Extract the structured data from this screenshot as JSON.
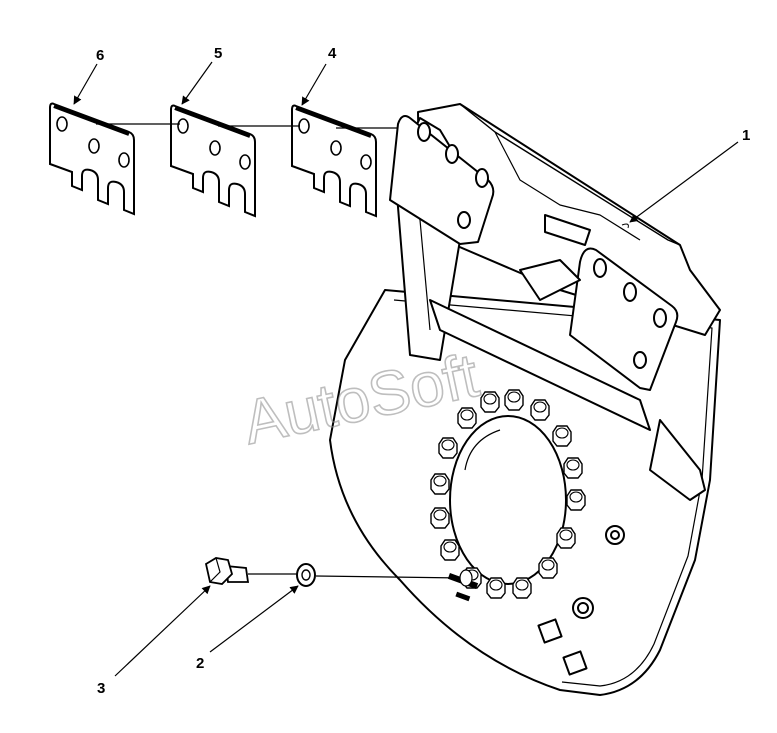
{
  "diagram": {
    "callouts": [
      {
        "id": "1",
        "label": "1"
      },
      {
        "id": "2",
        "label": "2"
      },
      {
        "id": "3",
        "label": "3"
      },
      {
        "id": "4",
        "label": "4"
      },
      {
        "id": "5",
        "label": "5"
      },
      {
        "id": "6",
        "label": "6"
      }
    ],
    "watermark": "AutoSoft",
    "colors": {
      "line": "#000000",
      "background": "#ffffff",
      "watermark": "#8a8a8a"
    },
    "bolt_ring_count": 16
  }
}
